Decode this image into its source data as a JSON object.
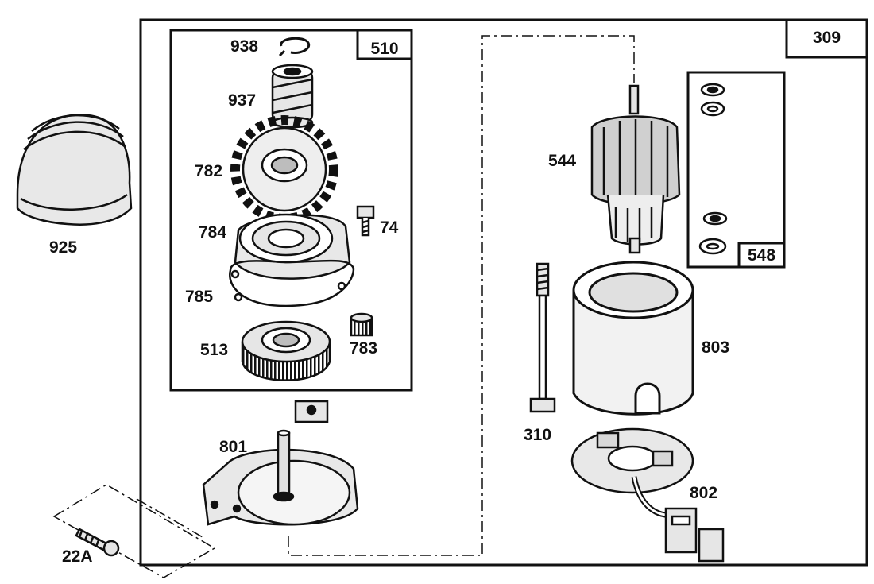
{
  "colors": {
    "ink": "#111111",
    "paper": "#ffffff",
    "fill": "#e6e6e6",
    "mid": "#bdbdbd"
  },
  "boxes": {
    "outer": "309",
    "gear_kit": "510",
    "washer_kit": "548"
  },
  "parts": {
    "p938": "938",
    "p937": "937",
    "p782": "782",
    "p784": "784",
    "p74": "74",
    "p785": "785",
    "p513": "513",
    "p783": "783",
    "p925": "925",
    "p801": "801",
    "p22a": "22A",
    "p544": "544",
    "p310": "310",
    "p803": "803",
    "p802": "802"
  }
}
